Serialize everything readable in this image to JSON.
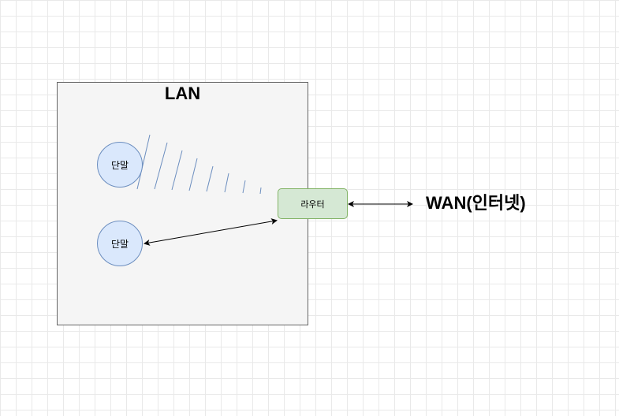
{
  "diagram": {
    "lan_title": "LAN",
    "terminals": [
      {
        "label": "단말"
      },
      {
        "label": "단말"
      }
    ],
    "router_label": "라우터",
    "wan_label": "WAN(인터넷)"
  },
  "colors": {
    "lan_fill": "#f5f5f5",
    "lan_border": "#666666",
    "terminal_fill": "#dae8fc",
    "terminal_border": "#6c8ebf",
    "router_fill": "#d5e8d4",
    "router_border": "#82b366",
    "wireless_lines": "#6c8ebf",
    "arrows": "#000000"
  }
}
